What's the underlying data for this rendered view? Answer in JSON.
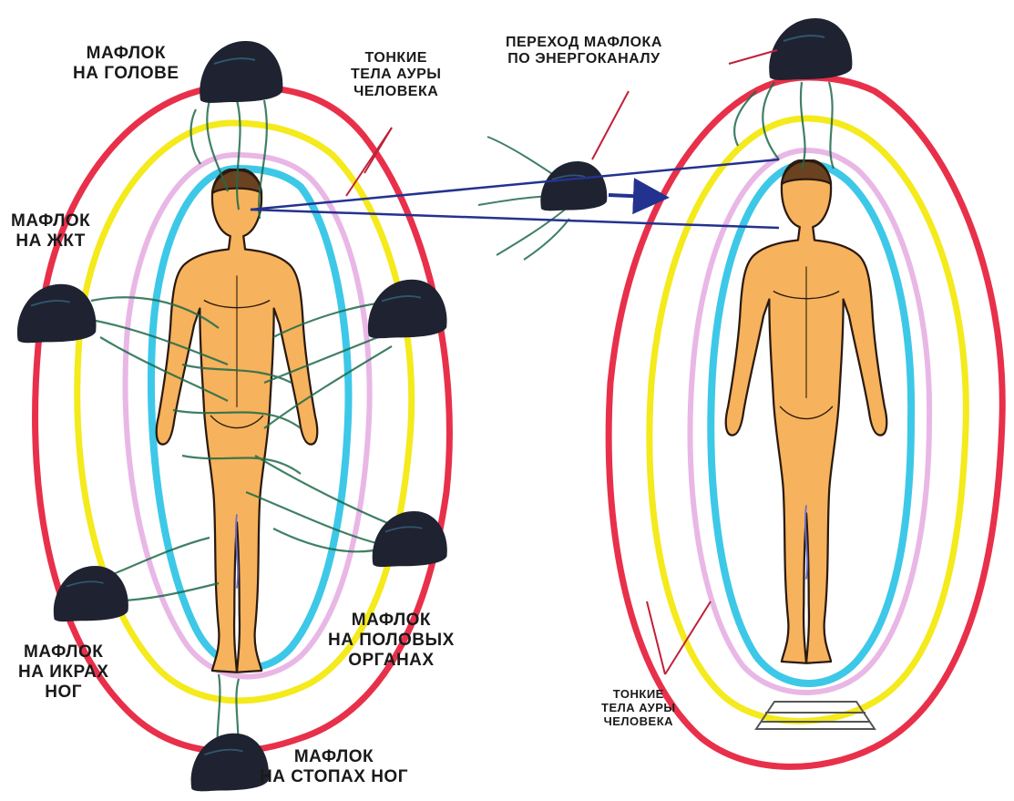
{
  "colors": {
    "aura_outer": "#e8304a",
    "aura_mid": "#f4ea1c",
    "aura_pink": "#e9b7e6",
    "aura_cyan": "#3dc8e8",
    "skin": "#f6b25c",
    "mafloc": "#1f2230",
    "tendril": "#1f6a4a",
    "arrow": "#24328f"
  },
  "labels": {
    "head": [
      "МАФЛОК",
      "НА ГОЛОВЕ"
    ],
    "thin_bodies_left": [
      "ТОНКИЕ",
      "ТЕЛА АУРЫ",
      "ЧЕЛОВЕКА"
    ],
    "transition": [
      "ПЕРЕХОД МАФЛОКА",
      "ПО ЭНЕРГОКАНАЛУ"
    ],
    "gut": [
      "МАФЛОК",
      "НА ЖКТ"
    ],
    "genitals": [
      "МАФЛОК",
      "НА ПОЛОВЫХ",
      "ОРГАНАХ"
    ],
    "calves": [
      "МАФЛОК",
      "НА ИКРАХ",
      "НОГ"
    ],
    "feet": [
      "МАФЛОК",
      "НА СТОПАХ НОГ"
    ],
    "thin_bodies_right": [
      "ТОНКИЕ",
      "ТЕЛА АУРЫ",
      "ЧЕЛОВЕКА"
    ]
  }
}
